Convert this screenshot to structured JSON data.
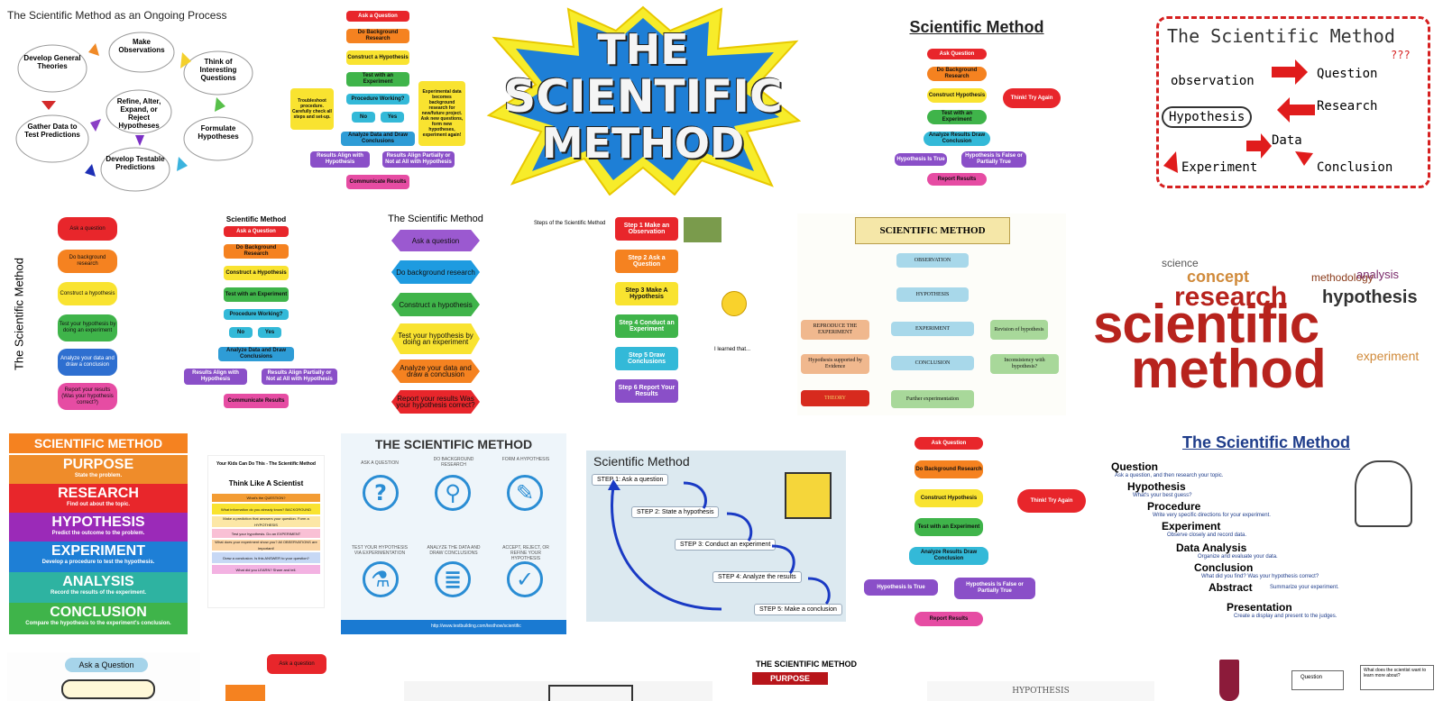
{
  "results": [
    {
      "title": "The Scientific Method as an Ongoing Process",
      "cycle": [
        "Make Observations",
        "Think of Interesting Questions",
        "Formulate Hypotheses",
        "Develop Testable Predictions",
        "Gather Data to Test Predictions",
        "Develop General Theories",
        "Refine, Alter, Expand, or Reject Hypotheses"
      ]
    },
    {
      "flow": [
        "Ask a Question",
        "Do Background Research",
        "Construct a Hypothesis",
        "Test with an Experiment",
        "Procedure Working?",
        "No",
        "Yes",
        "Analyze Data and Draw Conclusions",
        "Results Align with Hypothesis",
        "Results Align Partially or Not at All with Hypothesis",
        "Communicate Results",
        "Troubleshoot procedure. Carefully check all steps and set-up.",
        "Experimental data becomes background research for new/future project. Ask new questions, form new hypotheses, experiment again!"
      ]
    },
    {
      "lines": [
        "THE",
        "SCIENTIFIC",
        "METHOD"
      ]
    },
    {
      "title": "Scientific Method",
      "flow": [
        "Ask Question",
        "Do Background Research",
        "Construct Hypothesis",
        "Test with an Experiment",
        "Analyze Results Draw Conclusion",
        "Hypothesis Is True",
        "Hypothesis Is False or Partially True",
        "Report Results",
        "Think! Try Again"
      ]
    },
    {
      "title": "The Scientific Method",
      "words": [
        "observation",
        "Question",
        "Research",
        "Hypothesis",
        "Data",
        "Experiment",
        "Conclusion",
        "???"
      ]
    },
    {
      "side": "The Scientific Method",
      "flow": [
        "Ask a question",
        "Do background research",
        "Construct a hypothesis",
        "Test your hypothesis by doing an experiment",
        "Analyze your data and draw a conclusion",
        "Report your results (Was your hypothesis correct?)"
      ]
    },
    {
      "title": "Scientific Method",
      "flow": [
        "Ask a Question",
        "Do Background Research",
        "Construct a Hypothesis",
        "Test with an Experiment",
        "Procedure Working?",
        "No",
        "Yes",
        "Analyze Data and Draw Conclusions",
        "Results Align with Hypothesis",
        "Results Align Partially or Not at All with Hypothesis",
        "Communicate Results"
      ]
    },
    {
      "title": "The Scientific Method",
      "flow": [
        "Ask a question",
        "Do background research",
        "Construct a hypothesis",
        "Test your hypothesis by doing an experiment",
        "Analyze your data and draw a conclusion",
        "Report your results Was your hypothesis correct?"
      ]
    },
    {
      "caption": "Steps of the Scientific Method",
      "steps": [
        "Step 1 Make an Observation",
        "Step 2 Ask a Question",
        "Step 3 Make A Hypothesis",
        "Step 4 Conduct an Experiment",
        "Step 5 Draw Conclusions",
        "Step 6 Report Your Results"
      ],
      "note": "I learned that..."
    },
    {
      "title": "SCIENTIFIC METHOD",
      "boxes": [
        "OBSERVATION",
        "HYPOTHESIS",
        "EXPERIMENT",
        "CONCLUSION",
        "REPRODUCE THE EXPERIMENT",
        "Revision of hypothesis",
        "Hypothesis supported by Evidence",
        "Inconsistency with hypothesis?",
        "THEORY",
        "Further experimentation"
      ]
    },
    {
      "words": [
        "scientific",
        "method",
        "research",
        "hypothesis",
        "concept",
        "methodology",
        "science",
        "analysis",
        "experiment"
      ]
    },
    {
      "bands": [
        {
          "t": "SCIENTIFIC METHOD",
          "s": ""
        },
        {
          "t": "PURPOSE",
          "s": "State the problem."
        },
        {
          "t": "RESEARCH",
          "s": "Find out about the topic."
        },
        {
          "t": "HYPOTHESIS",
          "s": "Predict the outcome to the problem."
        },
        {
          "t": "EXPERIMENT",
          "s": "Develop a procedure to test the hypothesis."
        },
        {
          "t": "ANALYSIS",
          "s": "Record the results of the experiment."
        },
        {
          "t": "CONCLUSION",
          "s": "Compare the hypothesis to the experiment's conclusion."
        }
      ]
    },
    {
      "title": "Your Kids Can Do This - The Scientific Method",
      "subtitle": "Think Like A Scientist",
      "rows": [
        "What's the QUESTION?",
        "What information do you already know? BACKGROUND",
        "Make a prediction that answers your question. Form a HYPOTHESIS",
        "Test your hypothesis. Do an EXPERIMENT",
        "What does your experiment show you? All OBSERVATIONS are important!",
        "Draw a conclusion. Is this ANSWER to your question?",
        "What did you LEARN? Share and tell."
      ]
    },
    {
      "title": "THE SCIENTIFIC METHOD",
      "labels": [
        "ASK A QUESTION",
        "DO BACKGROUND RESEARCH",
        "FORM A HYPOTHESIS",
        "TEST YOUR HYPOTHESIS VIA EXPERIMENTATION",
        "ANALYZE THE DATA AND DRAW CONCLUSIONS",
        "ACCEPT, REJECT, OR REFINE YOUR HYPOTHESIS"
      ],
      "footer": "http://www.testbuilding.com/testhow/scientific"
    },
    {
      "title": "Scientific Method",
      "steps": [
        "STEP 1: Ask a question",
        "STEP 2: State a hypothesis",
        "STEP 3: Conduct an experiment",
        "STEP 4: Analyze the results",
        "STEP 5: Make a conclusion"
      ]
    },
    {
      "flow": [
        "Ask Question",
        "Do Background Research",
        "Construct Hypothesis",
        "Test with an Experiment",
        "Analyze Results Draw Conclusion",
        "Hypothesis Is True",
        "Hypothesis Is False or Partially True",
        "Report Results",
        "Think! Try Again"
      ]
    },
    {
      "title": "The Scientific Method",
      "items": [
        {
          "h": "Question",
          "d": "Ask a question, and then research your topic."
        },
        {
          "h": "Hypothesis",
          "d": "What's your best guess?"
        },
        {
          "h": "Procedure",
          "d": "Write very specific directions for your experiment."
        },
        {
          "h": "Experiment",
          "d": "Observe closely and record data."
        },
        {
          "h": "Data Analysis",
          "d": "Organize and evaluate your data."
        },
        {
          "h": "Conclusion",
          "d": "What did you find? Was your hypothesis correct?"
        },
        {
          "h": "Abstract",
          "d": "Summarize your experiment."
        },
        {
          "h": "Presentation",
          "d": "Create a display and present to the judges."
        }
      ]
    },
    {
      "top": "Ask a Question"
    },
    {
      "top": "Ask a question"
    },
    {},
    {
      "title": "THE SCIENTIFIC METHOD",
      "band": "PURPOSE"
    },
    {
      "text": "HYPOTHESIS"
    },
    {
      "labels": [
        "Question",
        "What does the scientist want to learn more about?"
      ]
    }
  ],
  "colors": {
    "red": "#e8262b",
    "orange": "#f58220",
    "yellow": "#f9e330",
    "green": "#3fb44a",
    "cyan": "#33b9d8",
    "blue": "#2e6fd0",
    "purple": "#8a4fc8",
    "pink": "#e64ca3"
  }
}
